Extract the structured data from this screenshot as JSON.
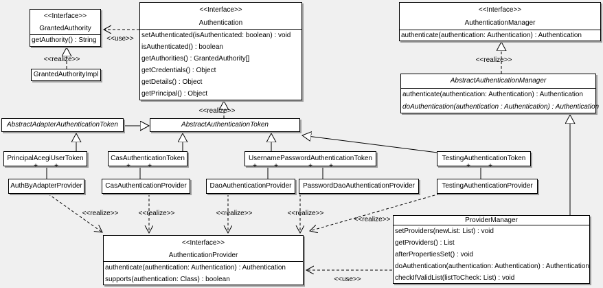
{
  "diagram": {
    "type": "uml-class-diagram",
    "colors": {
      "background": "#f0f0f0",
      "box_fill": "#ffffff",
      "line": "#000000",
      "shadow": "#9e9e9e"
    }
  },
  "labels": {
    "interface_stereotype": "<<Interface>>",
    "realize": "<<realize>>",
    "use": "<<use>>",
    "plus": "+"
  },
  "classes": {
    "granted_authority": {
      "stereotype": "<<Interface>>",
      "name": "GrantedAuthority",
      "methods": [
        "getAuthority() : String"
      ]
    },
    "granted_authority_impl": {
      "name": "GrantedAuthorityImpl"
    },
    "authentication": {
      "stereotype": "<<Interface>>",
      "name": "Authentication",
      "methods": [
        "setAuthenticated(isAuthenticated: boolean) : void",
        "isAuthenticated() : boolean",
        "getAuthorities() : GrantedAuthority[]",
        "getCredentials() : Object",
        "getDetails() : Object",
        "getPrincipal() : Object"
      ]
    },
    "authentication_manager": {
      "stereotype": "<<Interface>>",
      "name": "AuthenticationManager",
      "methods": [
        "authenticate(authentication: Authentication) : Authentication"
      ]
    },
    "abstract_authentication_manager": {
      "name": "AbstractAuthenticationManager",
      "methods": [
        "authenticate(authentication: Authentication) : Authentication",
        "doAuthentication(authentication : Authentication) : Authentication"
      ]
    },
    "abstract_adapter_authentication_token": {
      "name": "AbstractAdapterAuthenticationToken"
    },
    "abstract_authentication_token": {
      "name": "AbstractAuthenticationToken"
    },
    "principal_acegi_user_token": {
      "name": "PrincipalAcegiUserToken"
    },
    "cas_authentication_token": {
      "name": "CasAuthenticationToken"
    },
    "username_password_authentication_token": {
      "name": "UsernamePasswordAuthenticationToken"
    },
    "testing_authentication_token": {
      "name": "TestingAuthenticationToken"
    },
    "auth_by_adapter_provider": {
      "name": "AuthByAdapterProvider"
    },
    "cas_authentication_provider": {
      "name": "CasAuthenticationProvider"
    },
    "dao_authentication_provider": {
      "name": "DaoAuthenticationProvider"
    },
    "password_dao_authentication_provider": {
      "name": "PasswordDaoAuthenticationProvider"
    },
    "testing_authentication_provider": {
      "name": "TestingAuthenticationProvider"
    },
    "authentication_provider": {
      "stereotype": "<<Interface>>",
      "name": "AuthenticationProvider",
      "methods": [
        "authenticate(authentication: Authentication) : Authentication",
        "supports(authentication: Class) : boolean"
      ]
    },
    "provider_manager": {
      "name": "ProviderManager",
      "methods": [
        "setProviders(newList: List) : void",
        "getProviders() : List",
        "afterPropertiesSet() : void",
        "doAuthentication(authentication: Authentication) : Authentication",
        "checkIfValidList(listToCheck: List) : void"
      ]
    }
  }
}
